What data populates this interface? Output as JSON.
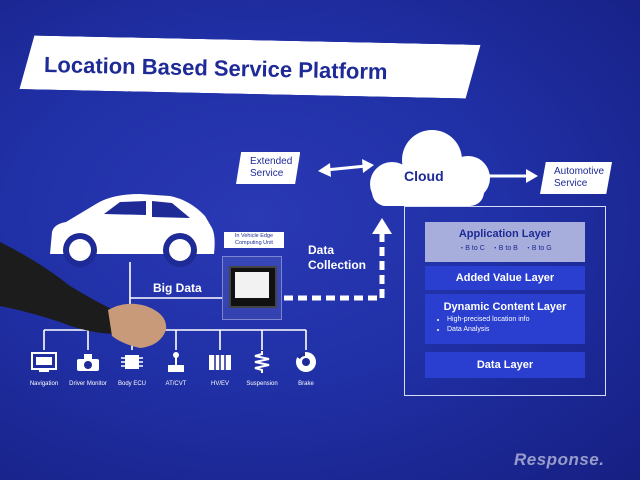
{
  "title": "Location Based Service Platform",
  "extended_service": [
    "Extended",
    "Service"
  ],
  "automotive_service": [
    "Automotive",
    "Service"
  ],
  "cloud": "Cloud",
  "data_collection": [
    "Data",
    "Collection"
  ],
  "big_data": "Big Data",
  "in_vehicle_unit": [
    "In Vehicle Edge",
    "Computing Unit"
  ],
  "layers": {
    "application": {
      "name": "Application Layer",
      "sub": "・B to C　・B to B　・B to G"
    },
    "added_value": {
      "name": "Added Value Layer"
    },
    "dynamic_content": {
      "name": "Dynamic Content Layer",
      "items": [
        "High-precised location info",
        "Data Analysis"
      ]
    },
    "data": {
      "name": "Data Layer"
    }
  },
  "components": [
    {
      "label": "Navigation",
      "icon": "navigation-icon"
    },
    {
      "label": "Driver Monitor",
      "icon": "driver-monitor-icon"
    },
    {
      "label": "Body ECU",
      "icon": "chip-icon"
    },
    {
      "label": "AT/CVT",
      "icon": "gear-shift-icon"
    },
    {
      "label": "HV/EV",
      "icon": "battery-icon"
    },
    {
      "label": "Suspension",
      "icon": "spring-icon"
    },
    {
      "label": "Brake",
      "icon": "brake-disc-icon"
    }
  ],
  "watermark": "Response.",
  "colors": {
    "board": "#1e2a96",
    "layer": "#2a3fcf",
    "layer_light": "#a8aedb"
  }
}
